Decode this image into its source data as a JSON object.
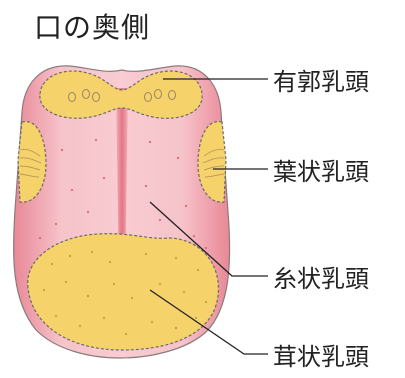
{
  "diagram": {
    "title": "口の奥側",
    "labels": {
      "circumvallate": "有郭乳頭",
      "foliate": "葉状乳頭",
      "filiform": "糸状乳頭",
      "fungiform": "茸状乳頭"
    }
  },
  "colors": {
    "tongue_light": "#f7c9cf",
    "tongue_mid": "#ee9aa5",
    "tongue_dark": "#e27483",
    "papilla_region": "#f6d26a",
    "outline": "#6b6b6b",
    "leader_line": "#222222"
  }
}
